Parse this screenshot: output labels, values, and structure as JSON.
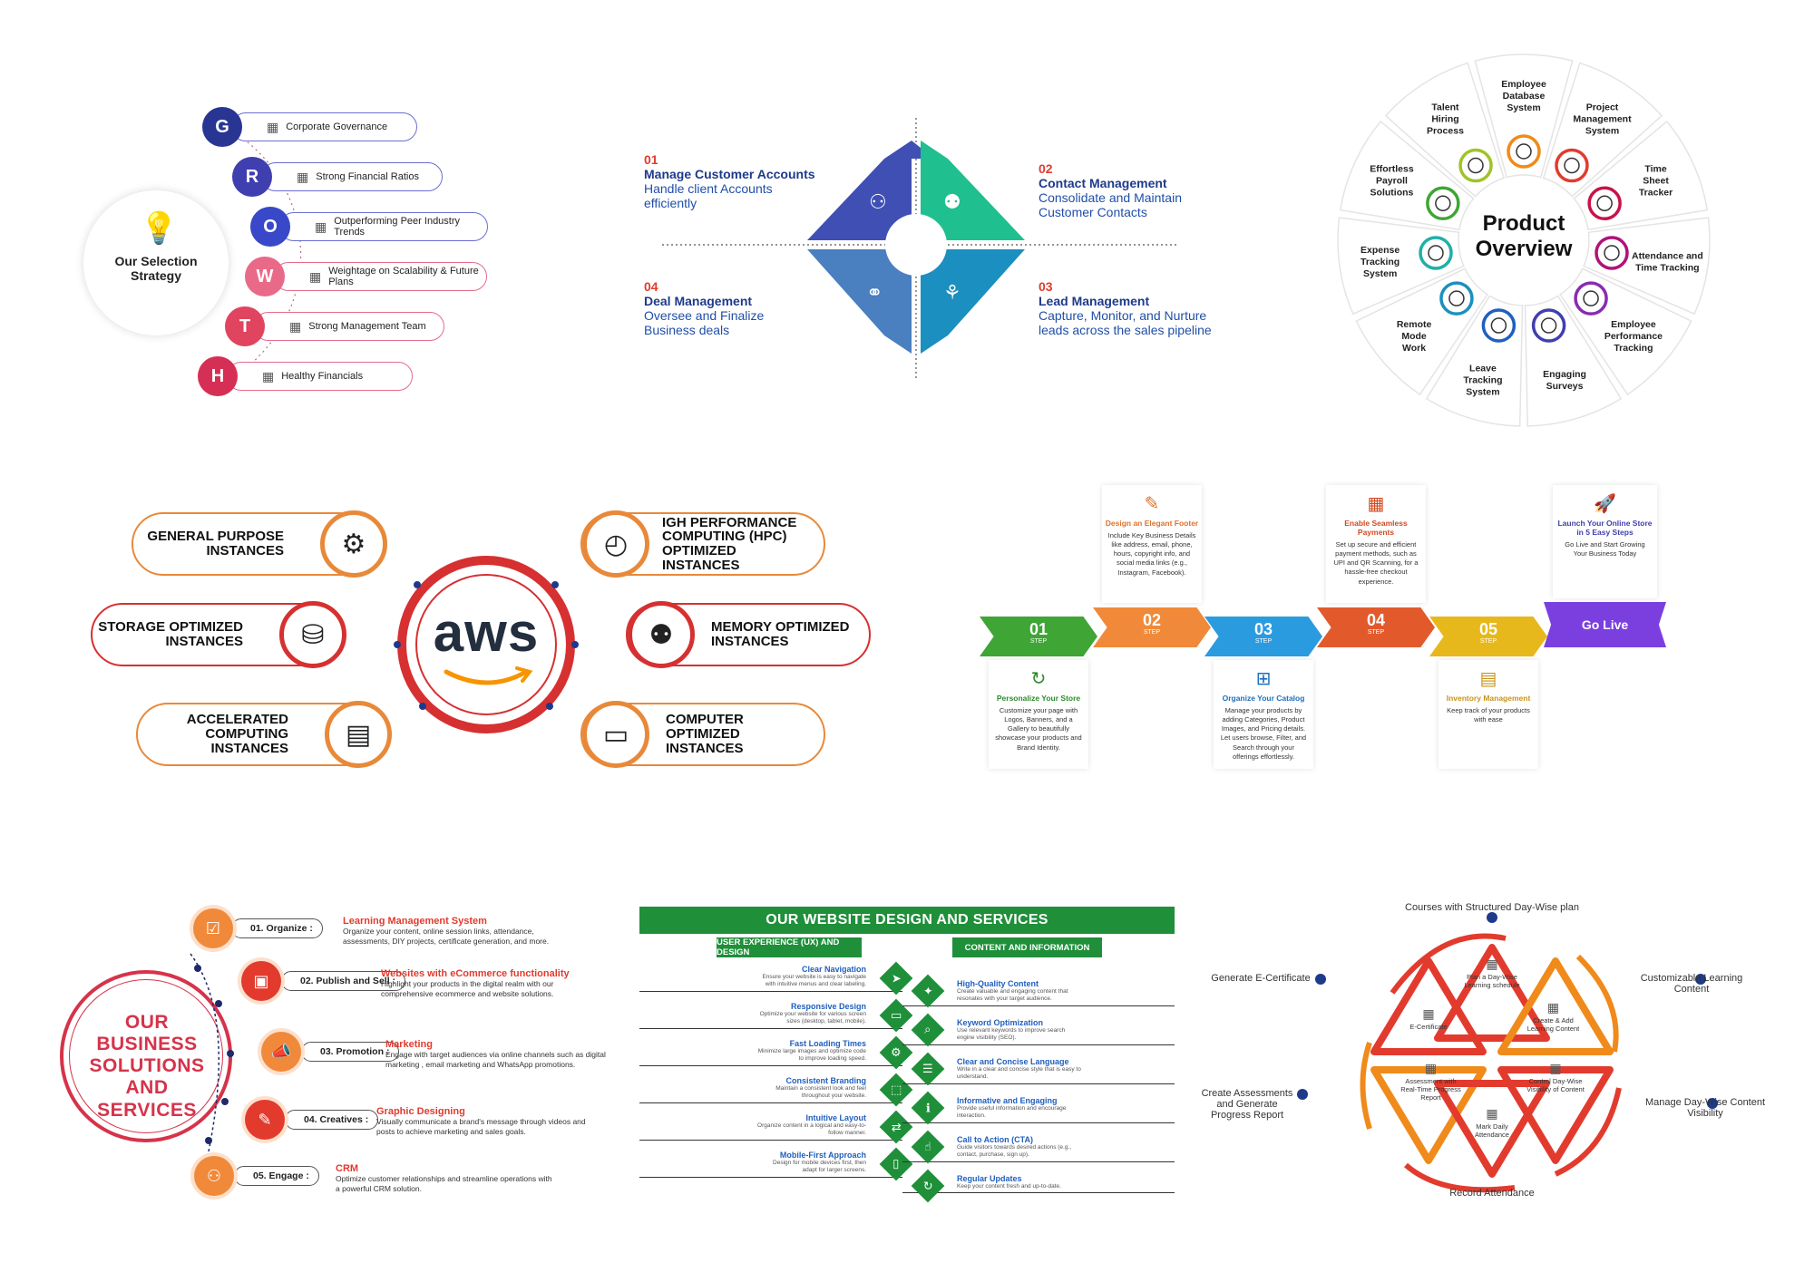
{
  "growth": {
    "center_title": "Our Selection Strategy",
    "items": [
      {
        "letter": "G",
        "label": "Corporate Governance",
        "color": "#283593"
      },
      {
        "letter": "R",
        "label": "Strong Financial Ratios",
        "color": "#3f3fb0"
      },
      {
        "letter": "O",
        "label": "Outperforming Peer Industry Trends",
        "color": "#3848c8"
      },
      {
        "letter": "W",
        "label": "Weightage on Scalability & Future Plans",
        "color": "#e96a88"
      },
      {
        "letter": "T",
        "label": "Strong Management Team",
        "color": "#e0445f"
      },
      {
        "letter": "H",
        "label": "Healthy Financials",
        "color": "#d62f55"
      }
    ]
  },
  "crm": {
    "q1": {
      "num": "01",
      "title": "Manage Customer Accounts",
      "desc": "Handle client Accounts efficiently"
    },
    "q2": {
      "num": "02",
      "title": "Contact Management",
      "desc": "Consolidate and Maintain Customer Contacts"
    },
    "q3": {
      "num": "03",
      "title": "Lead Management",
      "desc": "Capture, Monitor, and Nurture leads across the sales pipeline"
    },
    "q4": {
      "num": "04",
      "title": "Deal Management",
      "desc": "Oversee and Finalize Business deals"
    }
  },
  "product": {
    "title_line1": "Product",
    "title_line2": "Overview",
    "segments": [
      "Employee Database System",
      "Project Management System",
      "Time Sheet Tracker",
      "Attendance and Time Tracking",
      "Employee Performance Tracking",
      "Engaging Surveys",
      "Leave Tracking System",
      "Remote Mode Work",
      "Expense Tracking System",
      "Effortless Payroll Solutions",
      "Talent Hiring Process"
    ]
  },
  "aws": {
    "logo": "aws",
    "left": [
      "GENERAL PURPOSE INSTANCES",
      "STORAGE OPTIMIZED INSTANCES",
      "ACCELERATED COMPUTING INSTANCES"
    ],
    "right": [
      "IGH PERFORMANCE COMPUTING (HPC) OPTIMIZED INSTANCES",
      "MEMORY OPTIMIZED INSTANCES",
      "COMPUTER OPTIMIZED INSTANCES"
    ]
  },
  "steps": {
    "step_word": "STEP",
    "items": [
      {
        "num": "01",
        "color": "#3fa535",
        "title": "Personalize Your Store",
        "body": "Customize your page with Logos, Banners, and a Gallery to beautifully showcase your products and Brand Identity.",
        "title_color": "#2e8b2e"
      },
      {
        "num": "02",
        "color": "#f08a3a",
        "title": "Design an Elegant Footer",
        "body": "Include Key Business Details like address, email, phone, hours, copyright info, and social media links (e.g., Instagram, Facebook).",
        "title_color": "#e0712a"
      },
      {
        "num": "03",
        "color": "#2b9be0",
        "title": "Organize Your Catalog",
        "body": "Manage your products by adding Categories, Product Images, and Pricing details. Let users browse, Filter, and Search through your offerings effortlessly.",
        "title_color": "#1e6fc0"
      },
      {
        "num": "04",
        "color": "#e25a2c",
        "title": "Enable Seamless Payments",
        "body": "Set up secure and efficient payment methods, such as UPI and QR Scanning, for a hassle-free checkout experience.",
        "title_color": "#d24a22"
      },
      {
        "num": "05",
        "color": "#e6b81c",
        "title": "Inventory Management",
        "body": "Keep track of your products with ease",
        "title_color": "#c9931a"
      }
    ],
    "final": {
      "label": "Go Live",
      "color": "#7b3fe0",
      "title": "Launch Your Online Store in 5 Easy Steps",
      "body": "Go Live and Start Growing Your Business Today"
    }
  },
  "biz": {
    "center": "OUR BUSINESS SOLUTIONS AND SERVICES",
    "items": [
      {
        "tag": "01. Organize :",
        "title": "Learning Management System",
        "desc": "Organize your content, online session links, attendance, assessments, DIY projects, certificate generation, and more."
      },
      {
        "tag": "02. Publish and Sell :",
        "title": "Websites with eCommerce functionality",
        "desc": "Highlight your products in the digital realm with our comprehensive ecommerce and website solutions."
      },
      {
        "tag": "03. Promotion :",
        "title": "Marketing",
        "desc": "Engage with target audiences via online channels such as digital marketing , email marketing and WhatsApp promotions."
      },
      {
        "tag": "04. Creatives :",
        "title": "Graphic Designing",
        "desc": "Visually communicate a brand's message through videos and posts to achieve marketing and sales goals."
      },
      {
        "tag": "05. Engage :",
        "title": "CRM",
        "desc": "Optimize customer relationships and streamline operations with a powerful CRM solution."
      }
    ]
  },
  "web": {
    "banner": "OUR WEBSITE DESIGN AND SERVICES",
    "left_header": "USER EXPERIENCE (UX) AND DESIGN",
    "right_header": "CONTENT AND INFORMATION",
    "left": [
      {
        "t": "Clear Navigation",
        "d": "Ensure your website is easy to navigate with intuitive menus and clear labeling."
      },
      {
        "t": "Responsive Design",
        "d": "Optimize your website for various screen sizes (desktop, tablet, mobile)."
      },
      {
        "t": "Fast Loading Times",
        "d": "Minimize large images and optimize code to improve loading speed."
      },
      {
        "t": "Consistent Branding",
        "d": "Maintain a consistent look and feel throughout your website."
      },
      {
        "t": "Intuitive Layout",
        "d": "Organize content in a logical and easy-to-follow manner."
      },
      {
        "t": "Mobile-First Approach",
        "d": "Design for mobile devices first, then adapt for larger screens."
      }
    ],
    "right": [
      {
        "t": "High-Quality Content",
        "d": "Create valuable and engaging content that resonates with your target audience."
      },
      {
        "t": "Keyword Optimization",
        "d": "Use relevant keywords to improve search engine visibility (SEO)."
      },
      {
        "t": "Clear and Concise Language",
        "d": "Write in a clear and concise style that is easy to understand."
      },
      {
        "t": "Informative and Engaging",
        "d": "Provide useful information and encourage interaction."
      },
      {
        "t": "Call to Action (CTA)",
        "d": "Guide visitors towards desired actions (e.g., contact, purchase, sign up)."
      },
      {
        "t": "Regular Updates",
        "d": "Keep your content fresh and up-to-date."
      }
    ]
  },
  "lms": {
    "outer": {
      "top": "Courses with Structured Day-Wise plan",
      "right_top": "Customizable Learning Content",
      "right_bottom": "Manage Day-Wise Content Visibility",
      "bottom": "Record Attendance",
      "left_bottom": "Create Assessments and Generate Progress Report",
      "left_top": "Generate E-Certificate"
    },
    "inner": {
      "top": "Plan a Day-Wise Learning schedule",
      "right_top": "Create & Add Learning Content",
      "right_bottom": "Control Day-Wise Visibility of Content",
      "bottom": "Mark Daily Attendance",
      "left_bottom": "Assessment with Real-Time Progress Report",
      "left_top": "E-Certificate"
    }
  }
}
